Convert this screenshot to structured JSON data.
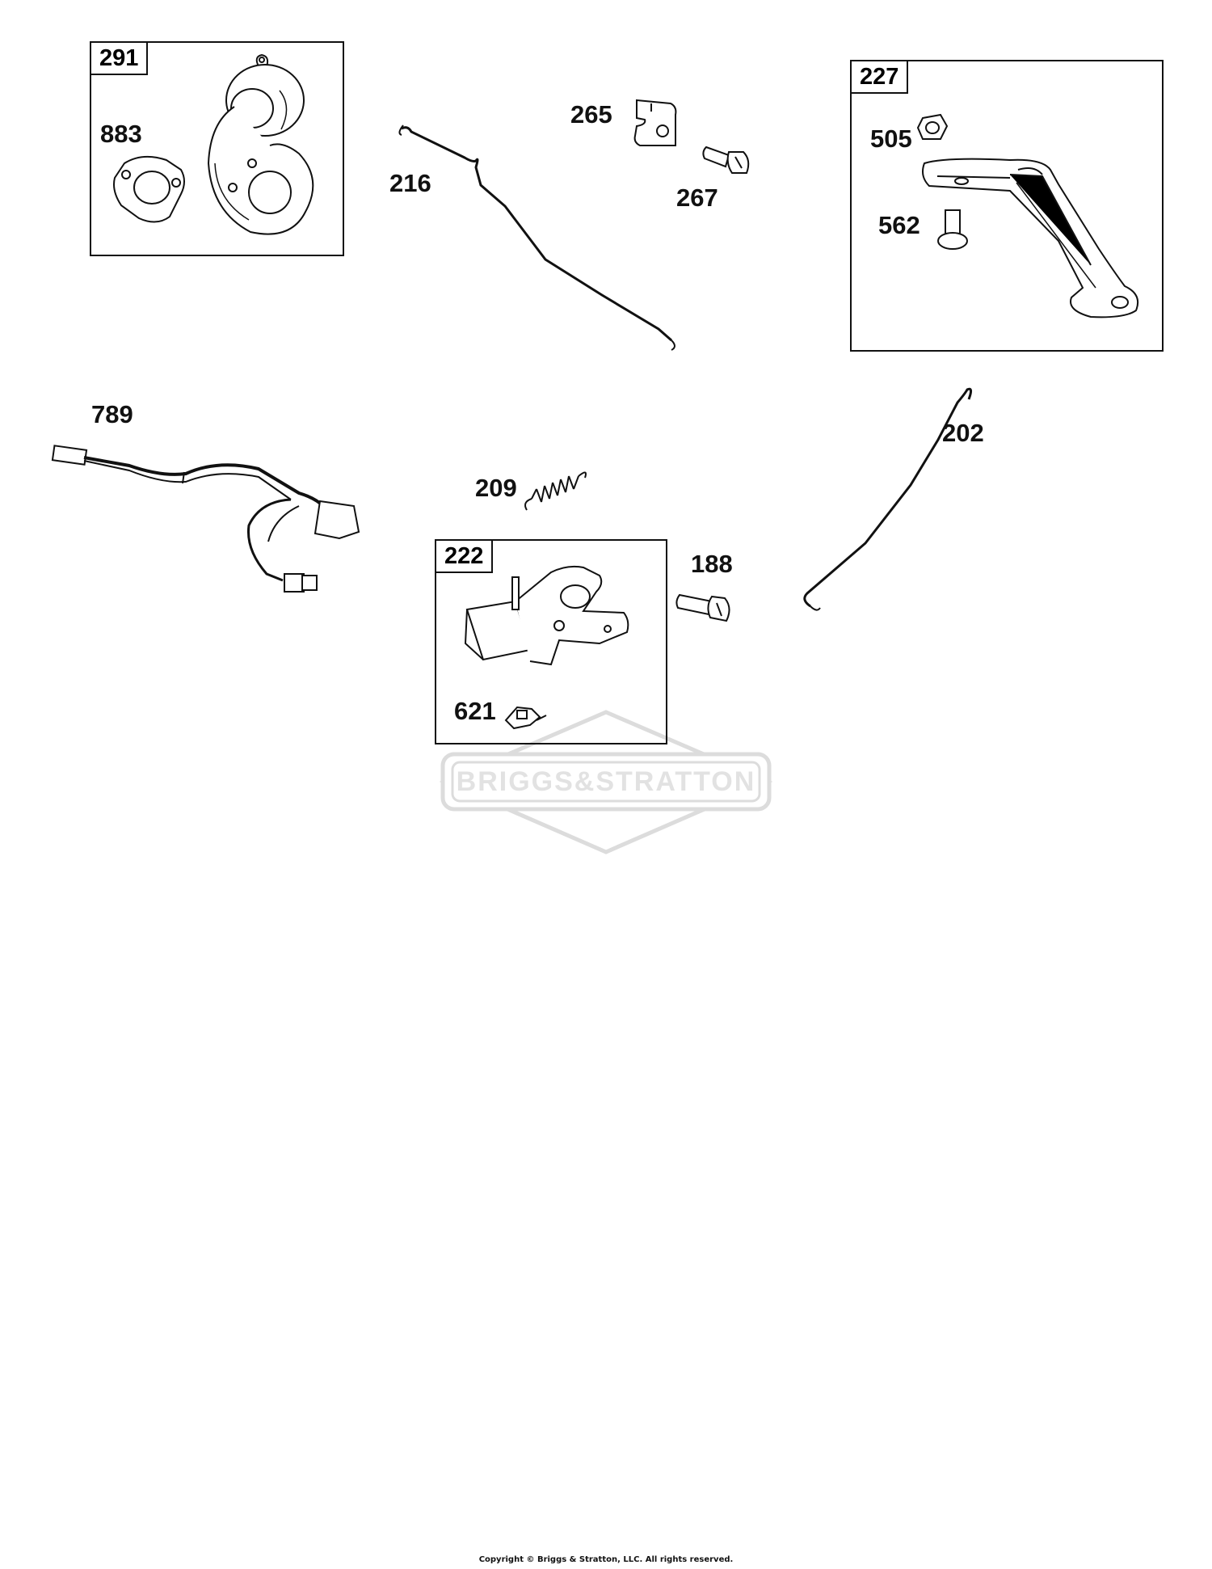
{
  "parts": {
    "p883": "883",
    "p216": "216",
    "p265": "265",
    "p267": "267",
    "p505": "505",
    "p562": "562",
    "p789": "789",
    "p202": "202",
    "p209": "209",
    "p188": "188",
    "p621": "621"
  },
  "kits": {
    "k291": "291",
    "k227": "227",
    "k222": "222"
  },
  "watermark": {
    "logo_text": "BRIGGS & STRATTON"
  },
  "footer": {
    "copyright": "Copyright © Briggs & Stratton, LLC. All rights reserved."
  },
  "colors": {
    "line": "#111111",
    "watermark": "#d8d8d8"
  }
}
